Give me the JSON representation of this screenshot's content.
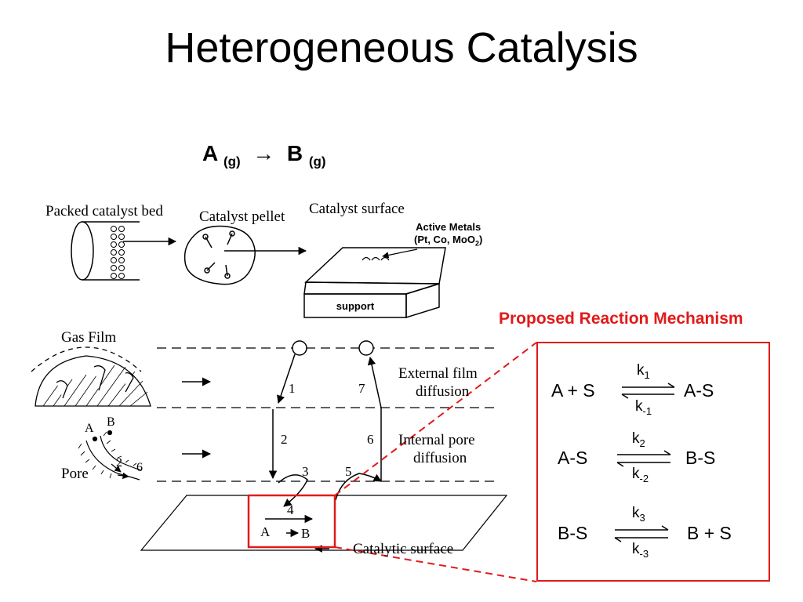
{
  "title": "Heterogeneous Catalysis",
  "reaction": {
    "reactant": "A",
    "reactant_phase": "(g)",
    "arrow": "→",
    "product": "B",
    "product_phase": "(g)"
  },
  "top_diagram": {
    "packed_bed_label": "Packed catalyst bed",
    "pellet_label": "Catalyst pellet",
    "surface_label": "Catalyst surface",
    "active_metals_line1": "Active Metals",
    "active_metals_line2_prefix": "(Pt, Co, MoO",
    "active_metals_sub": "2",
    "active_metals_suffix": ")",
    "support_label": "support"
  },
  "steps_diagram": {
    "gas_film_label": "Gas Film",
    "external_line1": "External film",
    "external_line2": "diffusion",
    "internal_line1": "Internal pore",
    "internal_line2": "diffusion",
    "pore_label": "Pore",
    "pore_a": "A",
    "pore_b": "B",
    "pore_2": "2",
    "pore_6": "6",
    "step_1": "1",
    "step_2": "2",
    "step_3": "3",
    "step_4": "4",
    "step_5": "5",
    "step_6": "6",
    "step_7": "7",
    "surface_a": "A",
    "surface_b": "B",
    "catalytic_surface_label": "Catalytic surface"
  },
  "mechanism": {
    "title": "Proposed Reaction Mechanism",
    "steps": [
      {
        "left": "A  +  S",
        "right": "A-S",
        "kf": "k",
        "kf_sub": "1",
        "kr": "k",
        "kr_sub": "-1"
      },
      {
        "left": "A-S",
        "right": "B-S",
        "kf": "k",
        "kf_sub": "2",
        "kr": "k",
        "kr_sub": "-2"
      },
      {
        "left": "B-S",
        "right": "B  +  S",
        "kf": "k",
        "kf_sub": "3",
        "kr": "k",
        "kr_sub": "-3"
      }
    ]
  },
  "colors": {
    "accent_red": "#e11a1a",
    "ink": "#000000"
  }
}
